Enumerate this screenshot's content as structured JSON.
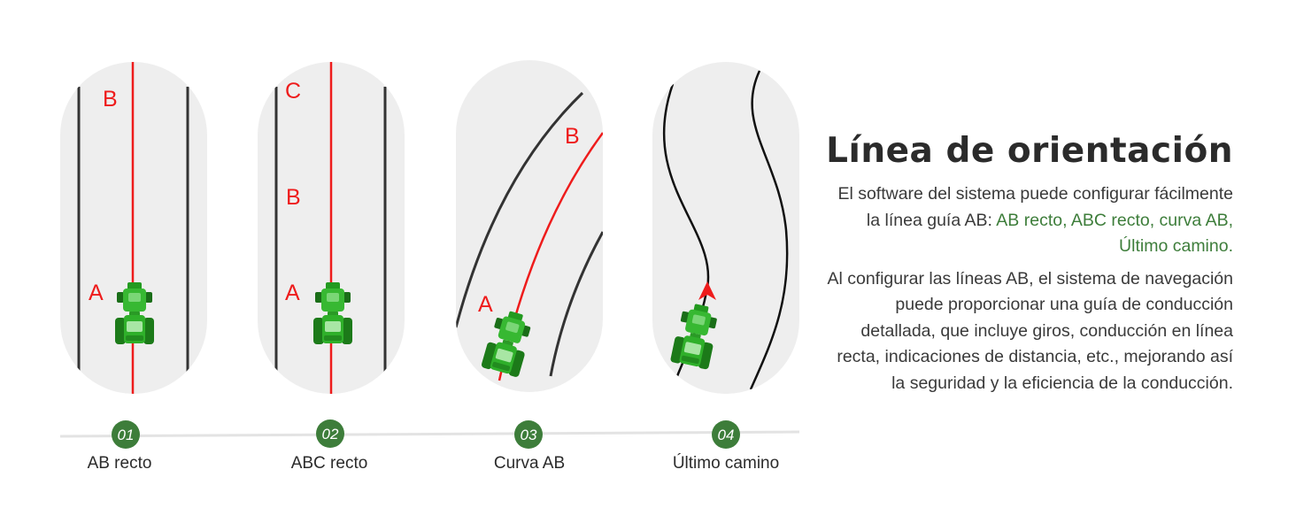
{
  "steps": [
    {
      "num": "01",
      "label": "AB recto",
      "letters": [
        "B",
        "A"
      ]
    },
    {
      "num": "02",
      "label": "ABC recto",
      "letters": [
        "C",
        "B",
        "A"
      ]
    },
    {
      "num": "03",
      "label": "Curva AB",
      "letters": [
        "B",
        "A"
      ]
    },
    {
      "num": "04",
      "label": "Último camino"
    }
  ],
  "panel": {
    "title": "Línea de orientación",
    "para1_lead": "El software del sistema puede configurar fácilmente la línea guía AB: ",
    "para1_options": "AB recto, ABC recto, curva AB, Último camino.",
    "para2": "Al configurar las líneas AB, el sistema de navegación puede proporcionar una guía de conducción detallada, que incluye giros, conducción en línea recta, indicaciones de distancia, etc., mejorando así la seguridad y la eficiencia de la conducción."
  },
  "colors": {
    "accent_green": "#3d7d3a",
    "guide_red": "#ee1c1c",
    "panel_gray": "#eeeeee",
    "tractor_green": "#2ea82a"
  },
  "icons": [
    "tractor-icon",
    "direction-arrow-icon"
  ]
}
